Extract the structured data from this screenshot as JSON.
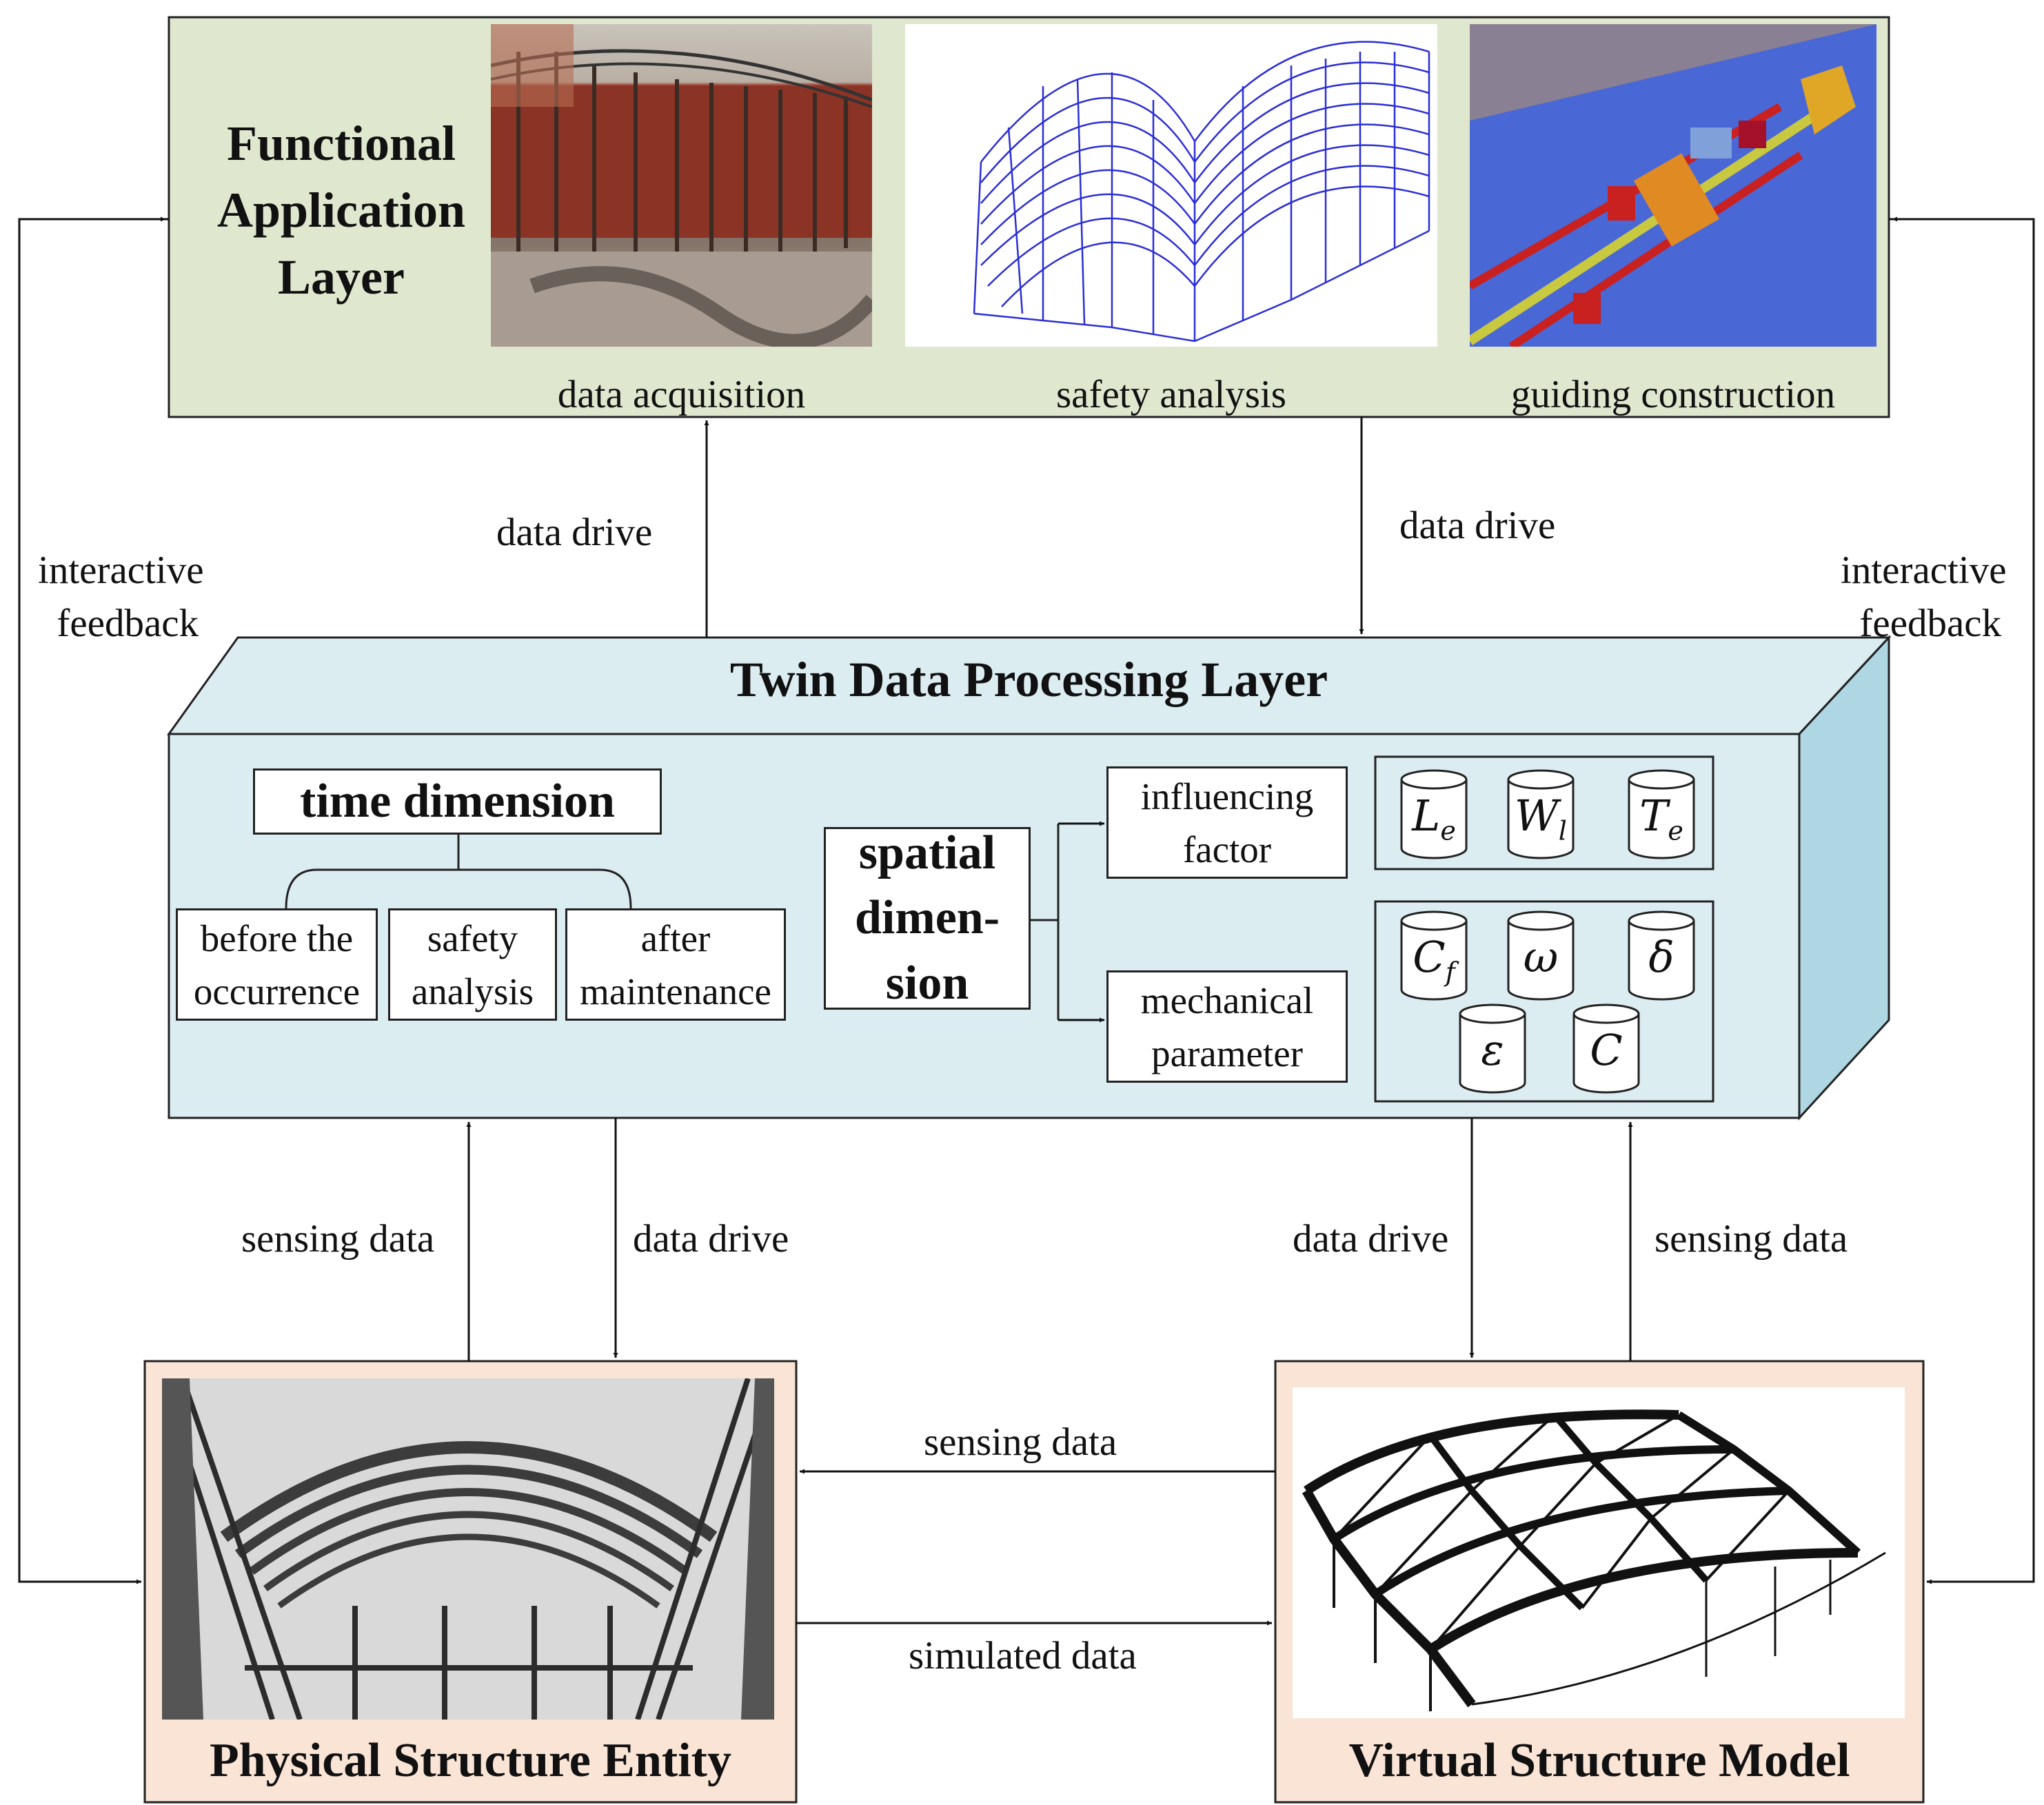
{
  "functional_layer": {
    "title": "Functional Application Layer",
    "captions": [
      "data acquisition",
      "safety analysis",
      "guiding construction"
    ],
    "background": "#dfe8cf"
  },
  "twin_layer": {
    "title": "Twin Data Processing Layer",
    "front_color": "#dcedf2",
    "side_color": "#aed7e3",
    "time": {
      "title": "time dimension",
      "phases": [
        [
          "before the",
          "occurrence"
        ],
        [
          "safety",
          "analysis"
        ],
        [
          "after",
          "maintenance"
        ]
      ]
    },
    "spatial": {
      "title": [
        "spatial",
        "dimen-",
        "sion"
      ]
    },
    "influencing": {
      "label": [
        "influencing",
        "factor"
      ],
      "symbols": [
        "L_e",
        "W_l",
        "T_e"
      ]
    },
    "mechanical": {
      "label": [
        "mechanical",
        "parameter"
      ],
      "symbols": [
        "C_f",
        "ω",
        "δ",
        "ε",
        "C"
      ]
    }
  },
  "physical": {
    "title": "Physical Structure Entity",
    "background": "#f9e4d6"
  },
  "virtual": {
    "title": "Virtual Structure Model",
    "background": "#f9e4d6"
  },
  "edges": {
    "func_up": "data drive",
    "func_down": "data drive",
    "left_feedback": [
      "interactive",
      "feedback"
    ],
    "right_feedback": [
      "interactive",
      "feedback"
    ],
    "phys_up": "sensing data",
    "phys_down": "data drive",
    "virt_down": "data drive",
    "virt_up": "sensing data",
    "v_to_p": "sensing data",
    "p_to_v": "simulated data"
  }
}
